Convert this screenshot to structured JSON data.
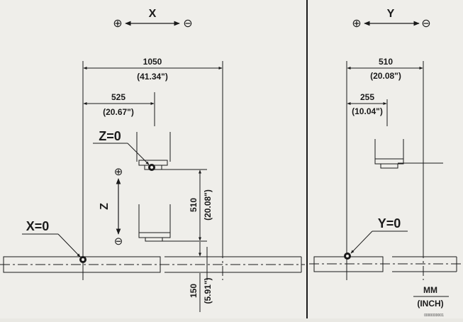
{
  "x_panel": {
    "axis_name": "X",
    "plus_symbol": "⊕",
    "minus_symbol": "⊖",
    "dim_1050": "1050",
    "dim_1050_inch": "(41.34\")",
    "dim_525": "525",
    "dim_525_inch": "(20.67\")",
    "z_zero_label": "Z=0",
    "x_zero_label": "X=0",
    "z_axis_name": "Z",
    "z_plus_symbol": "⊕",
    "z_minus_symbol": "⊖",
    "dim_510": "510",
    "dim_510_inch": "(20.08\")",
    "dim_150": "150",
    "dim_150_inch": "(5.91\")"
  },
  "y_panel": {
    "axis_name": "Y",
    "plus_symbol": "⊕",
    "minus_symbol": "⊖",
    "dim_510": "510",
    "dim_510_inch": "(20.08\")",
    "dim_255": "255",
    "dim_255_inch": "(10.04\")",
    "y_zero_label": "Y=0",
    "units_top": "MM",
    "units_bottom": "(INCH)",
    "part_number": "0000000001"
  }
}
